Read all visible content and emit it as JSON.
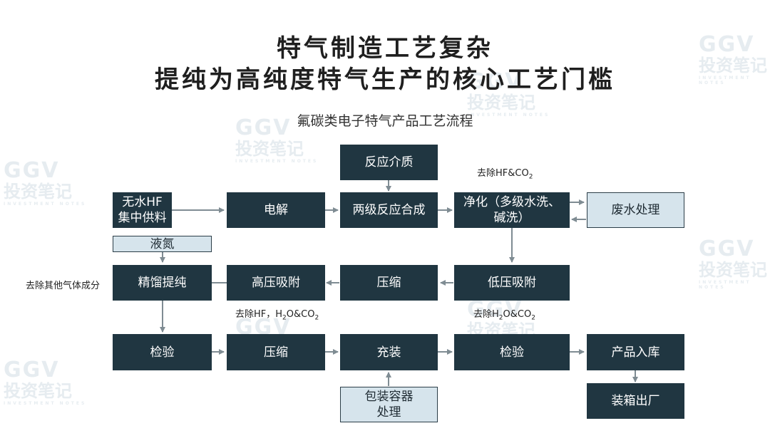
{
  "title_line1": "特气制造工艺复杂",
  "title_line2": "提纯为高纯度特气生产的核心工艺门槛",
  "subtitle": "氟碳类电子特气产品工艺流程",
  "watermark": {
    "brand": "GGV",
    "name": "投资笔记",
    "tagline": "INVESTMENT NOTES"
  },
  "nodes": {
    "reaction_medium": "反应介质",
    "anhydrous_hf": "无水HF\n集中供料",
    "electrolysis": "电解",
    "two_stage": "两级反应合成",
    "purify": "净化（多级水洗、\n碱洗）",
    "wastewater": "废水处理",
    "liquid_nitrogen": "液氮",
    "distillation": "精馏提纯",
    "high_pressure": "高压吸附",
    "compress1": "压缩",
    "low_pressure": "低压吸附",
    "inspect1": "检验",
    "compress2": "压缩",
    "filling": "充装",
    "inspect2": "检验",
    "storage": "产品入库",
    "container": "包装容器\n处理",
    "shipping": "装箱出厂"
  },
  "notes": {
    "n1_pre": "去除HF&CO",
    "n1_sub": "2",
    "n2": "去除其他气体成分",
    "n3_pre": "去除HF，H",
    "n3_sub1": "2",
    "n3_mid": "O&CO",
    "n3_sub2": "2",
    "n4_pre": "去除H",
    "n4_sub1": "2",
    "n4_mid": "O&CO",
    "n4_sub2": "2"
  },
  "colors": {
    "dark_box": "#203641",
    "light_box": "#d6e4ec",
    "arrow": "#7f8c93"
  }
}
